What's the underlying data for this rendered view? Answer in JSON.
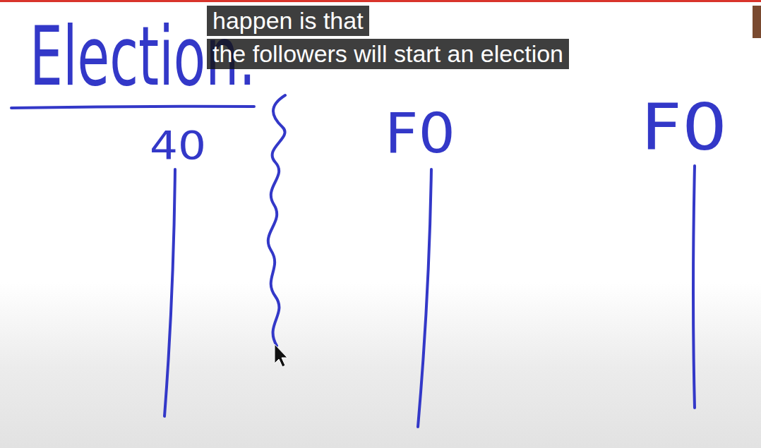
{
  "diagram": {
    "title": "Election.",
    "labels": [
      "40",
      "F0",
      "F0",
      "happen is that",
      "the followers will start an election"
    ]
  }
}
